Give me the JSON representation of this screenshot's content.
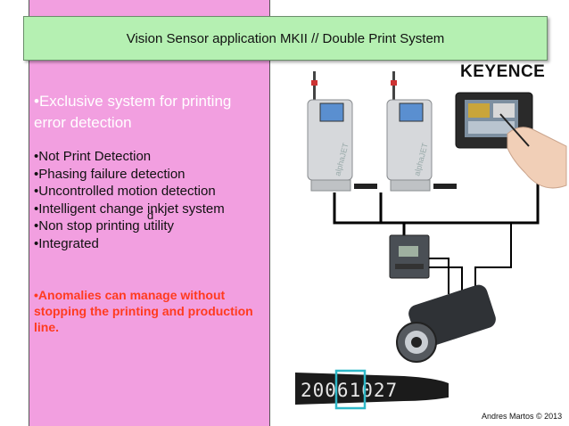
{
  "title": "Vision Sensor application MKII  // Double Print System",
  "intro": "•Exclusive system for  printing error detection",
  "features": [
    "•Not Print Detection",
    "•Phasing failure detection",
    "•Uncontrolled motion detection",
    "•Intelligent change inkjet system",
    "•Non stop printing utility",
    "•Integrated"
  ],
  "stray_char": "d",
  "anomaly": "•Anomalies can manage without stopping the printing and production line.",
  "logo": "KEYENCE",
  "printer_label": "alphaJET",
  "print_code": "20061027",
  "footer": "Andres Martos © 2013",
  "colors": {
    "panel": "#f29fe0",
    "title_bg": "#b5f0b2",
    "anomaly_text": "#ff3b1f",
    "highlight_box": "#2fb8c8"
  }
}
